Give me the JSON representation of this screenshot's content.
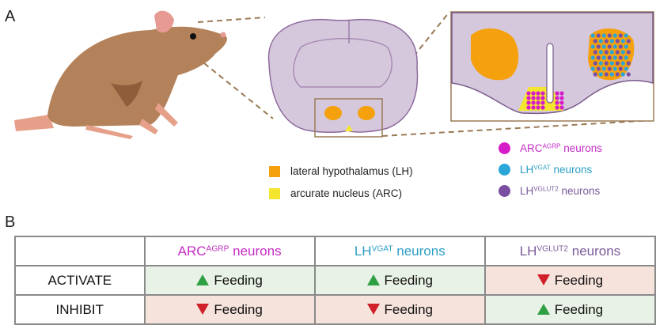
{
  "panels": {
    "a_label": "A",
    "b_label": "B"
  },
  "colors": {
    "lh_region": "#f5a10e",
    "arc_region": "#f4e62e",
    "arc_agrp": "#d61cc8",
    "lh_vgat": "#2aa6d8",
    "lh_vglut2": "#7a4ea0",
    "brain": "#d5c8dc",
    "brain_outline": "#8e6a9e",
    "mouse_body": "#b4825a",
    "activate_up": "#2ea043",
    "inhibit_down": "#d0212a"
  },
  "region_legend": [
    {
      "label": "lateral hypothalamus (LH)",
      "color": "#f5a10e"
    },
    {
      "label": "arcurate nucleus (ARC)",
      "color": "#f4e62e"
    }
  ],
  "neuron_legend": [
    {
      "base": "ARC",
      "sup": "AGRP",
      "suffix": " neurons",
      "color": "#d61cc8"
    },
    {
      "base": "LH",
      "sup": "VGAT",
      "suffix": " neurons",
      "color": "#2aa6d8"
    },
    {
      "base": "LH",
      "sup": "VGLUT2",
      "suffix": " neurons",
      "color": "#7a4ea0"
    }
  ],
  "table": {
    "columns": [
      {
        "base": "ARC",
        "sup": "AGRP",
        "suffix": " neurons",
        "color": "#c42cc4"
      },
      {
        "base": "LH",
        "sup": "VGAT",
        "suffix": " neurons",
        "color": "#2b9fc4"
      },
      {
        "base": "LH",
        "sup": "VGLUT2",
        "suffix": " neurons",
        "color": "#7a5a9a"
      }
    ],
    "rows": [
      {
        "label": "ACTIVATE",
        "cells": [
          {
            "text": "Feeding",
            "direction": "up"
          },
          {
            "text": "Feeding",
            "direction": "up"
          },
          {
            "text": "Feeding",
            "direction": "down"
          }
        ]
      },
      {
        "label": "INHIBIT",
        "cells": [
          {
            "text": "Feeding",
            "direction": "down"
          },
          {
            "text": "Feeding",
            "direction": "down"
          },
          {
            "text": "Feeding",
            "direction": "up"
          }
        ]
      }
    ]
  }
}
